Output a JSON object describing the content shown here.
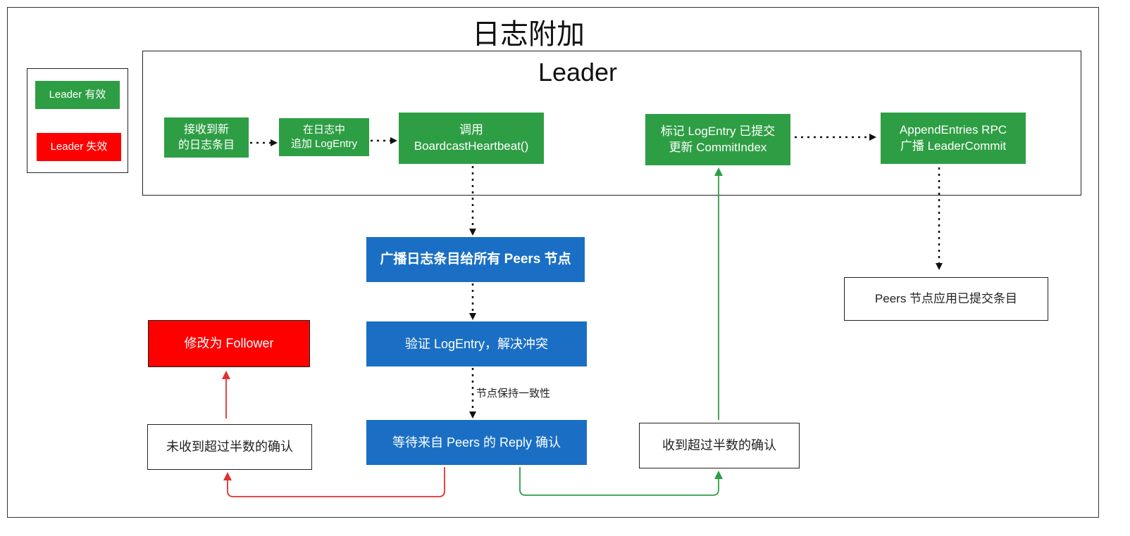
{
  "title": "日志附加",
  "legend": {
    "valid": "Leader 有效",
    "invalid": "Leader 失效"
  },
  "leader": {
    "title": "Leader",
    "receive": "接收到新\n的日志条目",
    "append": "在日志中\n追加 LogEntry",
    "call": "调用\nBoardcastHeartbeat()",
    "mark": "标记 LogEntry 已提交\n更新 CommitIndex",
    "broadcast": "AppendEntries RPC\n广播 LeaderCommit"
  },
  "flow": {
    "broadcast_peers": "广播日志条目给所有 Peers 节点",
    "verify": "验证 LogEntry，解决冲突",
    "consistency_label": "节点保持一致性",
    "wait": "等待来自 Peers 的 Reply 确认",
    "not_majority": "未收到超过半数的确认",
    "to_follower": "修改为 Follower",
    "majority": "收到超过半数的确认",
    "peers_apply": "Peers 节点应用已提交条目"
  },
  "colors": {
    "green": "#2e9e44",
    "blue": "#1a6fc4",
    "red": "#ff0000",
    "green_arrow": "#2e9e44",
    "red_arrow": "#e03030"
  }
}
